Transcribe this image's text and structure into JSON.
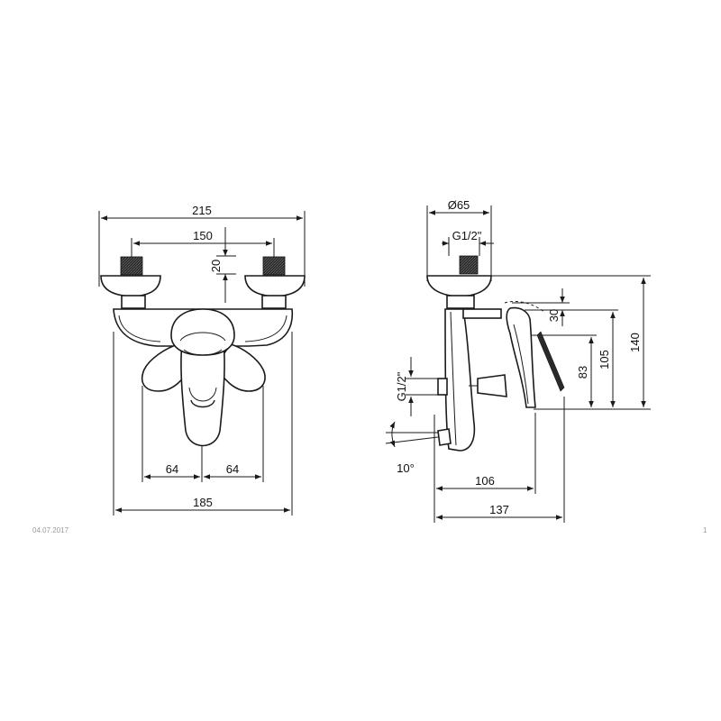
{
  "colors": {
    "line": "#1a1a1a",
    "footer": "#9a9a9a",
    "background": "#ffffff"
  },
  "front_view": {
    "dim_total_width": "215",
    "dim_inlet_spacing": "150",
    "dim_eccentric": "20",
    "dim_left_half": "64",
    "dim_right_half": "64",
    "dim_body_width": "185"
  },
  "side_view": {
    "dim_escutcheon_diameter": "Ø65",
    "dim_thread_top": "G1/2\"",
    "dim_thread_side": "G1/2\"",
    "dim_angle": "10°",
    "dim_h30": "30",
    "dim_h83": "83",
    "dim_h105": "105",
    "dim_h140": "140",
    "dim_depth_106": "106",
    "dim_depth_137": "137"
  },
  "footer": {
    "date": "04.07.2017",
    "page": "1"
  }
}
